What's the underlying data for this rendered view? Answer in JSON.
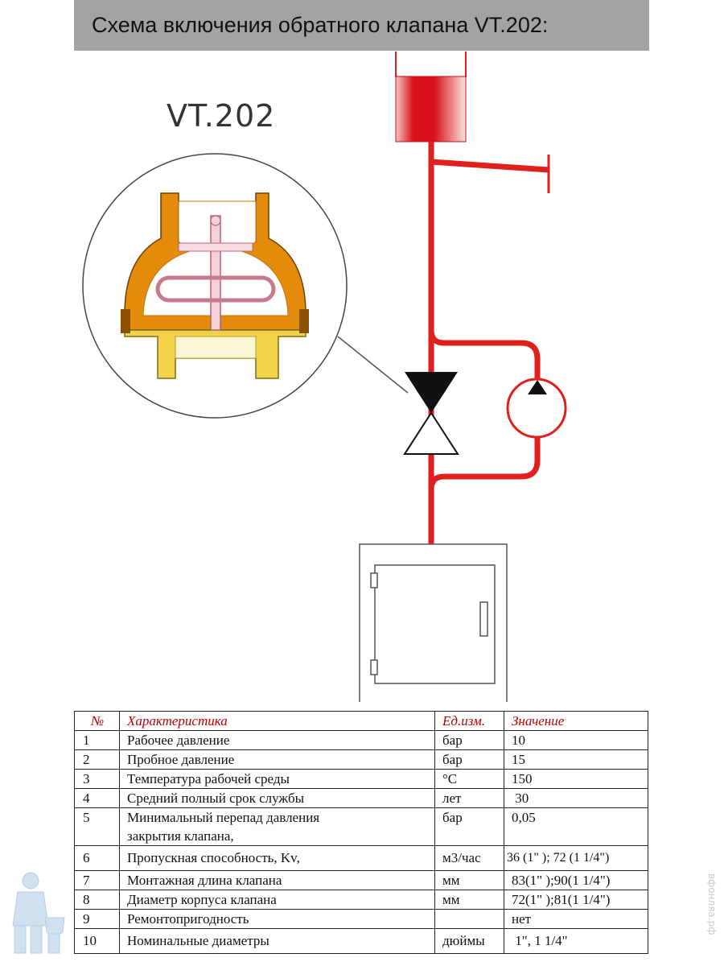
{
  "header": {
    "title": "Схема включения обратного клапана VT.202:"
  },
  "diagram": {
    "model_label": "VT.202"
  },
  "colors": {
    "pipe": "#e0201c",
    "valve_body_orange": "#e48b0c",
    "valve_body_yellow": "#f2d34a",
    "valve_stem": "#e39aa8",
    "title_bg": "#a3a3a3",
    "table_header_text": "#c00000"
  },
  "table": {
    "headers": [
      "№",
      "Характеристика",
      "Ед.изм.",
      "Значение"
    ],
    "rows": [
      {
        "num": "1",
        "name": "Рабочее давление",
        "unit": "бар",
        "value": "10"
      },
      {
        "num": "2",
        "name": "Пробное давление",
        "unit": "бар",
        "value": "15"
      },
      {
        "num": "3",
        "name": "Температура рабочей среды",
        "unit": "°C",
        "value": "150"
      },
      {
        "num": "4",
        "name": "Средний полный срок службы",
        "unit": "лет",
        "value": " 30"
      },
      {
        "num": "5",
        "name": "Минимальный перепад давления закрытия клапана,",
        "unit": "бар",
        "value": "0,05"
      },
      {
        "num": "6",
        "name": "Пропускная способность, Kv,",
        "unit": "м3/час",
        "value": "36 (1\" ); 72 (1 1/4\")"
      },
      {
        "num": "7",
        "name": "Монтажная длина клапана",
        "unit": "мм",
        "value": "83(1\" );90(1 1/4\")"
      },
      {
        "num": "8",
        "name": "Диаметр корпуса клапана",
        "unit": "мм",
        "value": "72(1\" );81(1 1/4\")"
      },
      {
        "num": "9",
        "name": "Ремонтопригодность",
        "unit": "",
        "value": "нет"
      },
      {
        "num": "10",
        "name": "Номинальные диаметры",
        "unit": "дюймы",
        "value": " 1\", 1 1/4\""
      }
    ]
  },
  "watermark": {
    "text": "вфонляа.рф"
  }
}
